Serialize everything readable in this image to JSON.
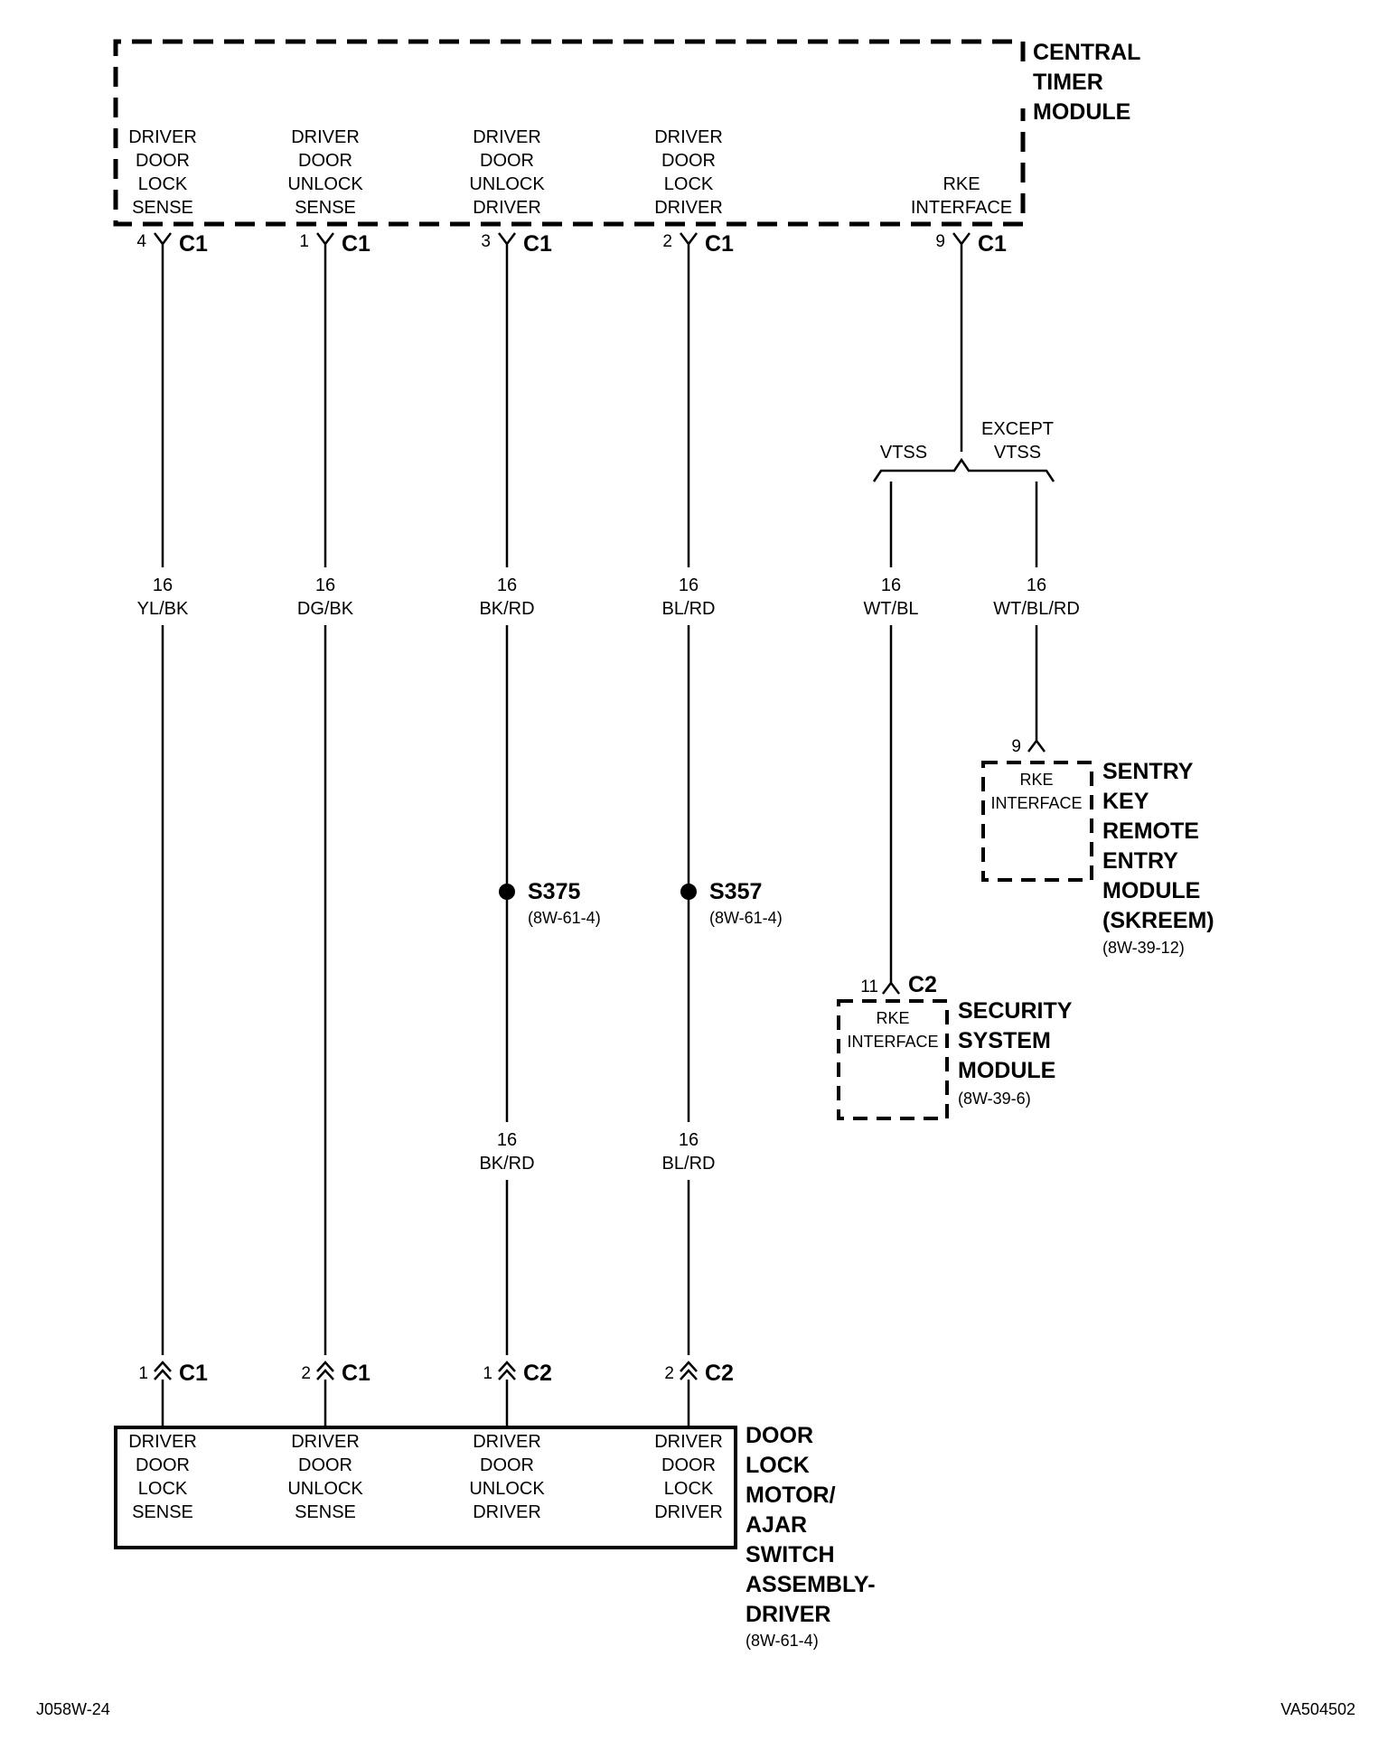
{
  "ctm": {
    "name": [
      "CENTRAL",
      "TIMER",
      "MODULE"
    ],
    "pins": [
      {
        "label": [
          "DRIVER",
          "DOOR",
          "LOCK",
          "SENSE"
        ],
        "pin": "4",
        "connector": "C1"
      },
      {
        "label": [
          "DRIVER",
          "DOOR",
          "UNLOCK",
          "SENSE"
        ],
        "pin": "1",
        "connector": "C1"
      },
      {
        "label": [
          "DRIVER",
          "DOOR",
          "UNLOCK",
          "DRIVER"
        ],
        "pin": "3",
        "connector": "C1"
      },
      {
        "label": [
          "DRIVER",
          "DOOR",
          "LOCK",
          "DRIVER"
        ],
        "pin": "2",
        "connector": "C1"
      },
      {
        "label": [
          "RKE",
          "INTERFACE"
        ],
        "pin": "9",
        "connector": "C1"
      }
    ]
  },
  "wires": [
    {
      "gauge": "16",
      "color": "YL/BK"
    },
    {
      "gauge": "16",
      "color": "DG/BK"
    },
    {
      "gauge": "16",
      "color": "BK/RD"
    },
    {
      "gauge": "16",
      "color": "BL/RD"
    },
    {
      "gauge": "16",
      "color": "WT/BL"
    },
    {
      "gauge": "16",
      "color": "WT/BL/RD"
    }
  ],
  "lower_wires": [
    {
      "gauge": "16",
      "color": "BK/RD"
    },
    {
      "gauge": "16",
      "color": "BL/RD"
    }
  ],
  "branch": {
    "left": "VTSS",
    "right": [
      "EXCEPT",
      "VTSS"
    ]
  },
  "splices": [
    {
      "id": "S375",
      "ref": "(8W-61-4)"
    },
    {
      "id": "S357",
      "ref": "(8W-61-4)"
    }
  ],
  "skreem": {
    "pin": "9",
    "inner": [
      "RKE",
      "INTERFACE"
    ],
    "name": [
      "SENTRY",
      "KEY",
      "REMOTE",
      "ENTRY",
      "MODULE",
      "(SKREEM)"
    ],
    "ref": "(8W-39-12)"
  },
  "ssm": {
    "pin": "11",
    "connector": "C2",
    "inner": [
      "RKE",
      "INTERFACE"
    ],
    "name": [
      "SECURITY",
      "SYSTEM",
      "MODULE"
    ],
    "ref": "(8W-39-6)"
  },
  "door": {
    "pins": [
      {
        "pin": "1",
        "connector": "C1",
        "label": [
          "DRIVER",
          "DOOR",
          "LOCK",
          "SENSE"
        ]
      },
      {
        "pin": "2",
        "connector": "C1",
        "label": [
          "DRIVER",
          "DOOR",
          "UNLOCK",
          "SENSE"
        ]
      },
      {
        "pin": "1",
        "connector": "C2",
        "label": [
          "DRIVER",
          "DOOR",
          "UNLOCK",
          "DRIVER"
        ]
      },
      {
        "pin": "2",
        "connector": "C2",
        "label": [
          "DRIVER",
          "DOOR",
          "LOCK",
          "DRIVER"
        ]
      }
    ],
    "name": [
      "DOOR",
      "LOCK",
      "MOTOR/",
      "AJAR",
      "SWITCH",
      "ASSEMBLY-",
      "DRIVER"
    ],
    "ref": "(8W-61-4)"
  },
  "footer": {
    "left": "J058W-24",
    "right": "VA504502"
  }
}
